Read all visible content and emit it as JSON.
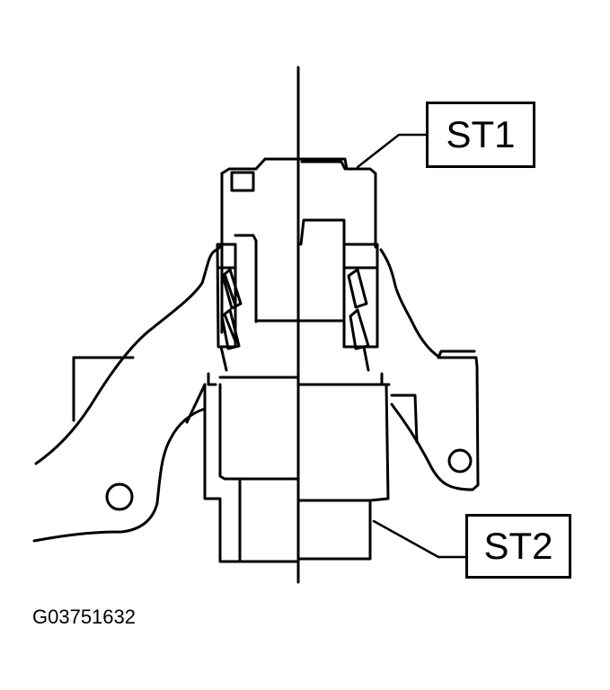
{
  "figure": {
    "id": "G03751632",
    "type": "technical service illustration",
    "subject": "bearing installation on steering knuckle using special tools"
  },
  "callouts": [
    {
      "label": "ST1",
      "target": "upper press tool"
    },
    {
      "label": "ST2",
      "target": "lower support tool"
    }
  ],
  "colors": {
    "line": "#000000",
    "background": "#ffffff"
  }
}
